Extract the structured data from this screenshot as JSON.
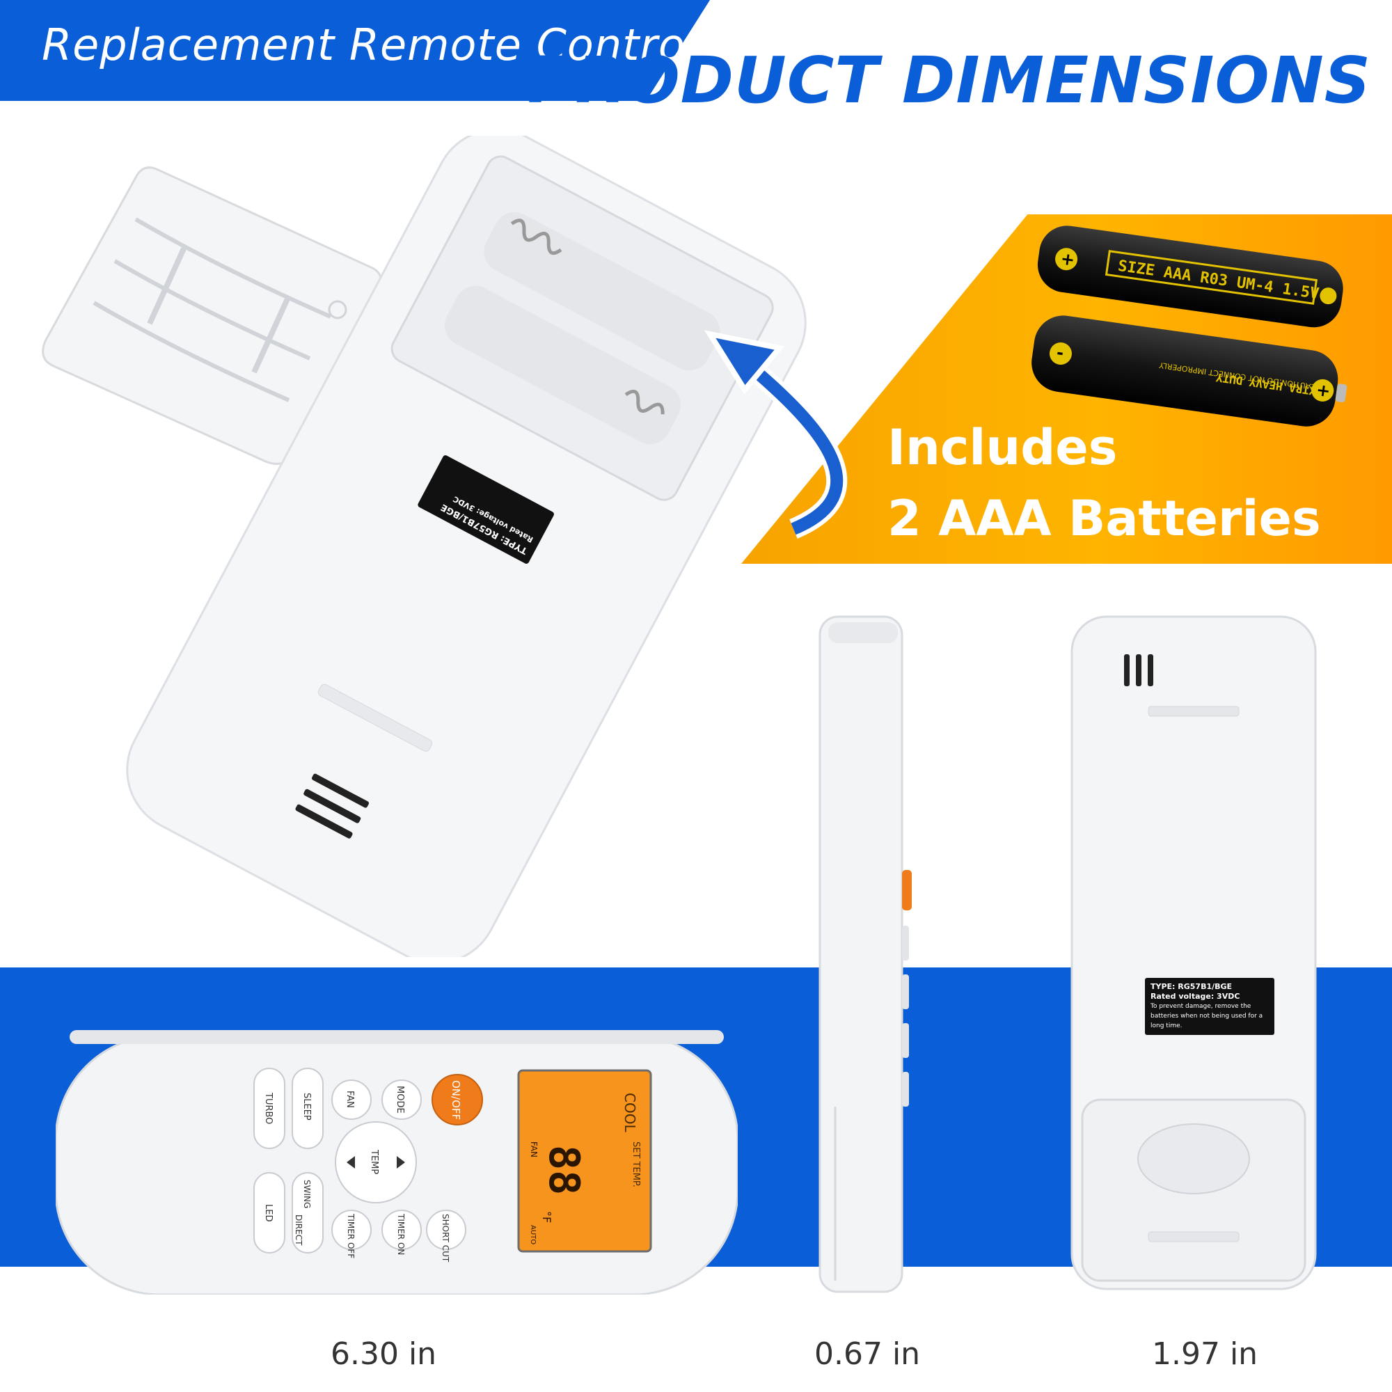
{
  "header": {
    "banner_text": "Replacement Remote Control",
    "title": "PRODUCT DIMENSIONS"
  },
  "battery_callout": {
    "line1": "Includes",
    "line2": "2 AAA Batteries",
    "battery_print": {
      "size": "SIZE AAA R03 UM-4 1.5V",
      "duty": "EXTRA HEAVY DUTY",
      "caution": "CAUTION:DO NOT CONNECT IMPROPERLY"
    }
  },
  "remote_label": {
    "type": "TYPE: RG57B1/BGE",
    "voltage": "Rated voltage: 3VDC",
    "note": "To prevent damage, remove the batteries when not being used for a long time."
  },
  "front_remote": {
    "buttons": {
      "turbo": "TURBO",
      "sleep": "SLEEP",
      "led": "LED",
      "swing": "SWING",
      "direct": "DIRECT",
      "fan": "FAN",
      "mode": "MODE",
      "on_off": "ON/OFF",
      "temp": "TEMP",
      "timer_off": "TIMER OFF",
      "timer_on": "TIMER ON",
      "short_cut": "SHORT CUT"
    },
    "display": {
      "mode": "COOL",
      "set_temp": "SET TEMP.",
      "fan": "FAN",
      "auto": "AUTO",
      "temperature": "88",
      "unit": "°F"
    }
  },
  "dimensions": {
    "length": "6.30 in",
    "thickness": "0.67 in",
    "width": "1.97 in"
  },
  "colors": {
    "brand_blue": "#0a5ed7",
    "accent_orange": "#f5820f",
    "banner_orange": "#ffb400"
  }
}
